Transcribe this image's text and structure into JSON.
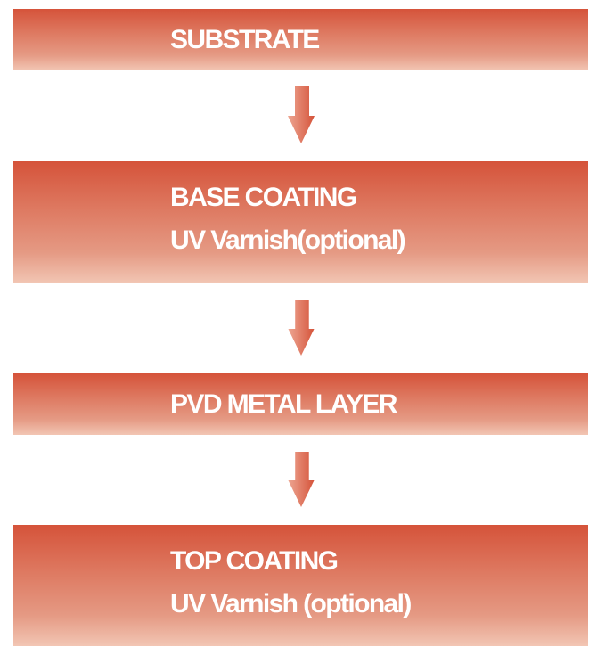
{
  "diagram": {
    "type": "process-flow",
    "steps": [
      {
        "lines": [
          "SUBSTRATE"
        ]
      },
      {
        "lines": [
          "BASE COATING",
          "UV Varnish(optional)"
        ]
      },
      {
        "lines": [
          "PVD METAL LAYER"
        ]
      },
      {
        "lines": [
          "TOP COATING",
          "UV Varnish (optional)"
        ]
      }
    ],
    "arrows": [
      "down-arrow",
      "down-arrow",
      "down-arrow"
    ],
    "colors": {
      "box_top": "#d5533a",
      "box_bottom": "#f2c6b4",
      "arrow_light": "#eda692",
      "arrow_dark": "#d5533a",
      "text": "#ffffff"
    }
  }
}
